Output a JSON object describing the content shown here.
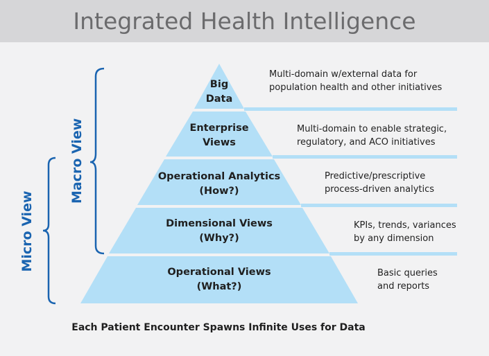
{
  "title": "Integrated Health Intelligence",
  "levels": [
    {
      "line1": "Big",
      "line2": "Data",
      "description": [
        "Multi-domain w/external data for",
        "population health and other initiatives"
      ]
    },
    {
      "line1": "Enterprise",
      "line2": "Views",
      "description": [
        "Multi-domain to enable strategic,",
        "regulatory, and ACO initiatives"
      ]
    },
    {
      "line1": "Operational Analytics",
      "line2": "(How?)",
      "description": [
        "Predictive/prescriptive",
        "process-driven analytics"
      ]
    },
    {
      "line1": "Dimensional Views",
      "line2": "(Why?)",
      "description": [
        "KPIs, trends, variances",
        "by any dimension"
      ]
    },
    {
      "line1": "Operational Views",
      "line2": "(What?)",
      "description": [
        "Basic queries",
        "and reports"
      ]
    }
  ],
  "brackets": {
    "macro": "Macro View",
    "micro": "Micro View"
  },
  "footer": "Each Patient Encounter Spawns Infinite Uses for Data",
  "colors": {
    "pyramid": "#b3dff7",
    "bracket": "#1a64b0",
    "bar": "#b3dff7",
    "banner": "#d6d6d8",
    "title": "#6b6b6d"
  }
}
